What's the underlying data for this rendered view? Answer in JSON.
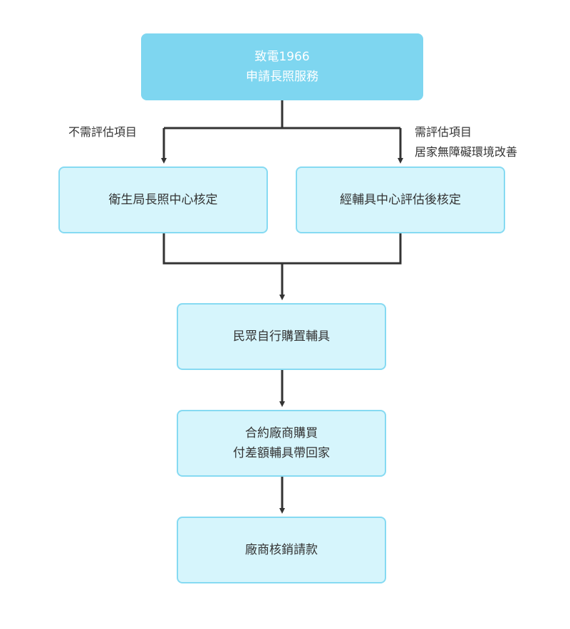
{
  "diagram": {
    "start": {
      "line1": "致電1966",
      "line2": "申請長照服務"
    },
    "branch_left_label": "不需評估項目",
    "branch_right_label": {
      "line1": "需評估項目",
      "line2": "居家無障礙環境改善"
    },
    "node_health_bureau": "衛生局長照中心核定",
    "node_assistive_center": "經輔具中心評估後核定",
    "node_self_purchase": "民眾自行購置輔具",
    "node_contract_vendor": {
      "line1": "合約廠商購買",
      "line2": "付差額輔具帶回家"
    },
    "node_vendor_claim": "廠商核銷請款"
  },
  "colors": {
    "primary_fill": "#7ed6f0",
    "secondary_fill": "#d6f5fc",
    "secondary_border": "#86daf2",
    "connector": "#333333"
  }
}
